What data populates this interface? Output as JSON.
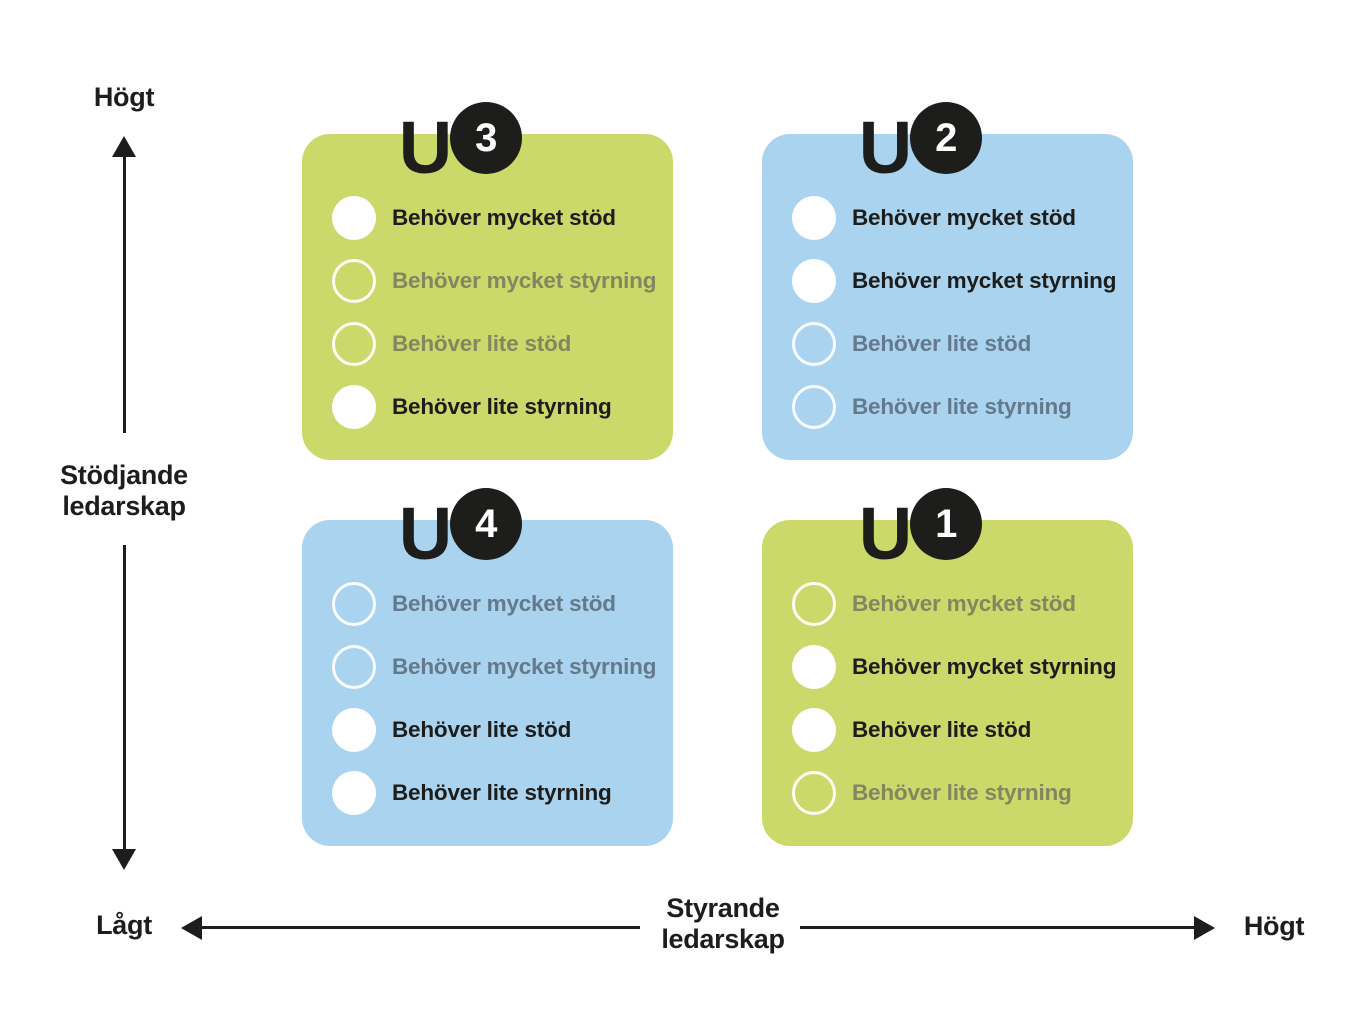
{
  "axes": {
    "vertical": {
      "high_label": "Högt",
      "title_line1": "Stödjande",
      "title_line2": "ledarskap"
    },
    "horizontal": {
      "title_line1": "Styrande",
      "title_line2": "ledarskap",
      "high_label": "Högt"
    },
    "low_label": "Lågt"
  },
  "colors": {
    "green": "#cbd86a",
    "blue": "#a9d3ee",
    "dark": "#1d1d1b",
    "muted_on_green": "#83865f",
    "muted_on_blue": "#64798b",
    "check_fill": "#ffffff",
    "page_bg": "#ffffff"
  },
  "quadrants": [
    {
      "id": "U3",
      "letter": "U",
      "number": "3",
      "position": "top-left",
      "bg": "#cbd86a",
      "muted": "#83865f",
      "items": [
        {
          "label": "Behöver mycket stöd",
          "checked": true
        },
        {
          "label": "Behöver mycket styrning",
          "checked": false
        },
        {
          "label": "Behöver lite stöd",
          "checked": false
        },
        {
          "label": "Behöver lite styrning",
          "checked": true
        }
      ]
    },
    {
      "id": "U2",
      "letter": "U",
      "number": "2",
      "position": "top-right",
      "bg": "#a9d3ee",
      "muted": "#64798b",
      "items": [
        {
          "label": "Behöver mycket stöd",
          "checked": true
        },
        {
          "label": "Behöver mycket styrning",
          "checked": true
        },
        {
          "label": "Behöver lite stöd",
          "checked": false
        },
        {
          "label": "Behöver lite styrning",
          "checked": false
        }
      ]
    },
    {
      "id": "U4",
      "letter": "U",
      "number": "4",
      "position": "bottom-left",
      "bg": "#a9d3ee",
      "muted": "#64798b",
      "items": [
        {
          "label": "Behöver mycket stöd",
          "checked": false
        },
        {
          "label": "Behöver mycket styrning",
          "checked": false
        },
        {
          "label": "Behöver lite stöd",
          "checked": true
        },
        {
          "label": "Behöver lite styrning",
          "checked": true
        }
      ]
    },
    {
      "id": "U1",
      "letter": "U",
      "number": "1",
      "position": "bottom-right",
      "bg": "#cbd86a",
      "muted": "#83865f",
      "items": [
        {
          "label": "Behöver mycket stöd",
          "checked": false
        },
        {
          "label": "Behöver mycket styrning",
          "checked": true
        },
        {
          "label": "Behöver lite stöd",
          "checked": true
        },
        {
          "label": "Behöver lite styrning",
          "checked": false
        }
      ]
    }
  ]
}
